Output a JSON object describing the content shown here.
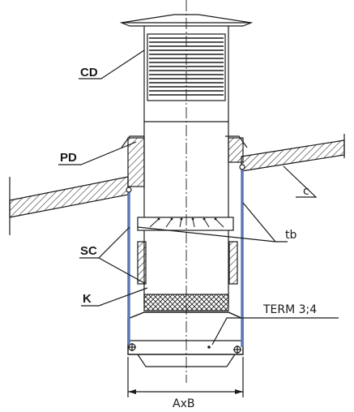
{
  "labels": {
    "cd": "CD",
    "pd": "PD",
    "c": "c",
    "tb": "tb",
    "sc": "SC",
    "k": "K",
    "term": "TERM 3;4",
    "dimension": "AxB"
  },
  "colors": {
    "line": "#1a1a1a",
    "rod": "#5b79b8",
    "background": "#ffffff"
  }
}
